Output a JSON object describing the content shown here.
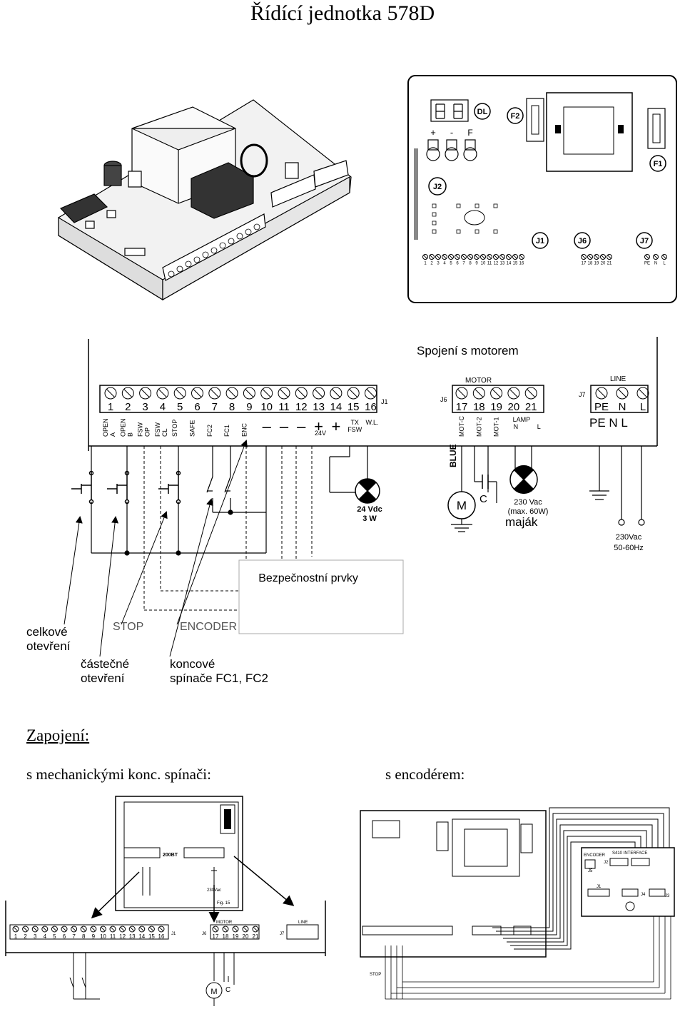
{
  "title": "Řídící jednotka 578D",
  "top_board": {
    "j1_terminals": [
      "1",
      "2",
      "3",
      "4",
      "5",
      "6",
      "7",
      "8",
      "9",
      "10",
      "11",
      "12",
      "13",
      "14",
      "15",
      "16"
    ],
    "j6_terminals": [
      "17",
      "18",
      "19",
      "20",
      "21"
    ],
    "j7_terminals": [
      "PE",
      "N",
      "L"
    ],
    "connector_labels": [
      "J2",
      "J1",
      "J6",
      "J7",
      "DL",
      "F2",
      "F1"
    ],
    "button_labels": [
      "+",
      "-",
      "F"
    ]
  },
  "wiring": {
    "heading": "Spojení s motorem",
    "j1_label": "J1",
    "j6_label": "J6",
    "j7_label": "J7",
    "motor_header": "MOTOR",
    "line_header": "LINE",
    "j1_terminals": [
      "1",
      "2",
      "3",
      "4",
      "5",
      "6",
      "7",
      "8",
      "9",
      "10",
      "11",
      "12",
      "13",
      "14",
      "15",
      "16"
    ],
    "j1_signals": [
      "OPEN A",
      "OPEN B",
      "FSW OP",
      "FSW CL",
      "STOP",
      "SAFE",
      "FC2",
      "FC1",
      "ENC",
      "-",
      "-",
      "-",
      "+",
      "+",
      "TX FSW",
      "W.L."
    ],
    "v24_label": "24V",
    "j6_terminals": [
      "17",
      "18",
      "19",
      "20",
      "21"
    ],
    "j6_signals": [
      "MOT-C",
      "MOT-2",
      "MOT-1",
      "LAMP N",
      "L"
    ],
    "j7_terminals": [
      "PE",
      "N",
      "L"
    ],
    "j7_signals": "PE N L",
    "blue_label": "BLUE",
    "motor_symbol": "M",
    "capacitor_symbol": "C",
    "lamp_24": [
      "24 Vdc",
      "3 W"
    ],
    "lamp_230": [
      "230 Vac",
      "(max. 60W)"
    ],
    "majak": "maják",
    "mains": [
      "230Vac",
      "50-60Hz"
    ],
    "safety": "Bezpečnostní prvky",
    "stop": "STOP",
    "encoder": "ENCODER",
    "celkove": [
      "celkové",
      "otevření"
    ],
    "castecne": [
      "částečné",
      "otevření"
    ],
    "koncove": [
      "koncové",
      "spínače FC1, FC2"
    ]
  },
  "zapojeni": {
    "heading": "Zapojení:",
    "left": "s mechanickými konc. spínači:",
    "right": "s encodérem:",
    "left_board_labels": [
      "200BT",
      "230Vac",
      "Fig. 15",
      "MOTOR",
      "LINE",
      "J6",
      "J7",
      "J1"
    ],
    "right_board_labels": [
      "ENCODER",
      "S410 INTERFACE",
      "J2",
      "J5",
      "J1",
      "J4",
      "J3",
      "STOP"
    ]
  },
  "colors": {
    "line": "#000000",
    "paper": "#ffffff",
    "gray": "#555555"
  }
}
